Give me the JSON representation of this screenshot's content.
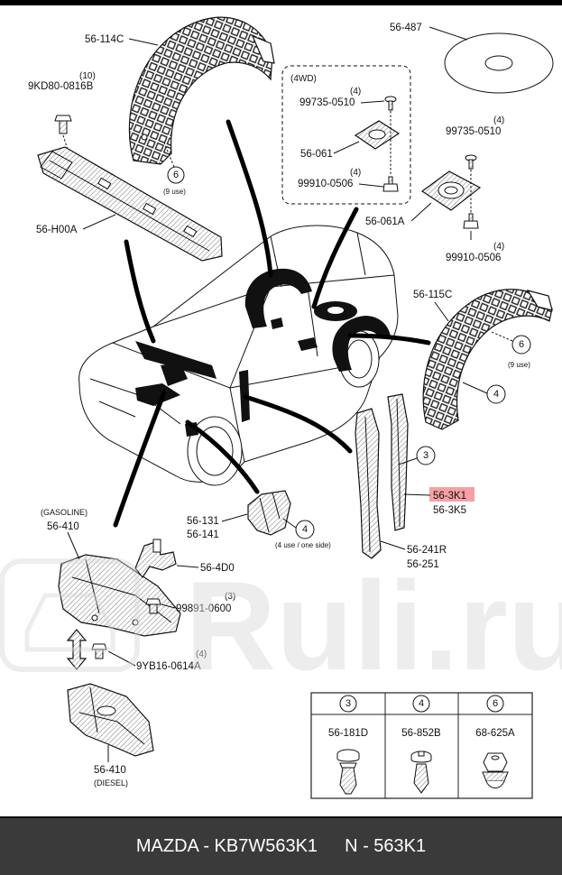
{
  "parts": {
    "front_liner": "56-114C",
    "front_bolt_qty": "(10)",
    "front_bolt": "9KD80-0816B",
    "crossmember": "56-H00A",
    "front_clip_ref": "6",
    "front_clip_qty": "(9 use)",
    "pad": "56-487",
    "awd_title": "(4WD)",
    "awd_screw_qty": "(4)",
    "awd_screw": "99735-0510",
    "awd_mount": "56-061",
    "awd_nut_qty": "(4)",
    "awd_nut": "99910-0506",
    "screw_qty": "(4)",
    "screw": "99735-0510",
    "mount": "56-061A",
    "nut_qty": "(4)",
    "nut": "99910-0506",
    "rear_liner": "56-115C",
    "rear_clip6_ref": "6",
    "rear_clip6_qty": "(9 use)",
    "rear_clip4_ref": "4",
    "seal_clip_ref": "3",
    "seal": "56-3K1",
    "seal_alt": "56-3K5",
    "shield": "56-131",
    "shield_alt": "56-141",
    "shield_clip_ref": "4",
    "shield_clip_qty": "(4 use / one side)",
    "sill": "56-241R",
    "sill_alt": "56-251",
    "cover_gas_variant": "(GASOLINE)",
    "cover_gas": "56-410",
    "cover_bracket": "56-4D0",
    "cover_bolt_qty": "(3)",
    "cover_bolt": "99891-0600",
    "cover_bolt2_qty": "(4)",
    "cover_bolt2": "9YB16-0614A",
    "cover_diesel": "56-410",
    "cover_diesel_variant": "(DIESEL)"
  },
  "clip_table": {
    "columns": [
      {
        "ref": "3",
        "part": "56-181D"
      },
      {
        "ref": "4",
        "part": "56-852B"
      },
      {
        "ref": "6",
        "part": "68-625A"
      }
    ]
  },
  "footer": {
    "left": "MAZDA - KB7W563K1",
    "right": "N - 563K1"
  },
  "watermark": "Ruli.ru",
  "colors": {
    "highlight": "#f5a0a4",
    "footer_bg": "#3a3a3a",
    "footer_text": "#ffffff",
    "watermark": "#d9d9d9"
  }
}
